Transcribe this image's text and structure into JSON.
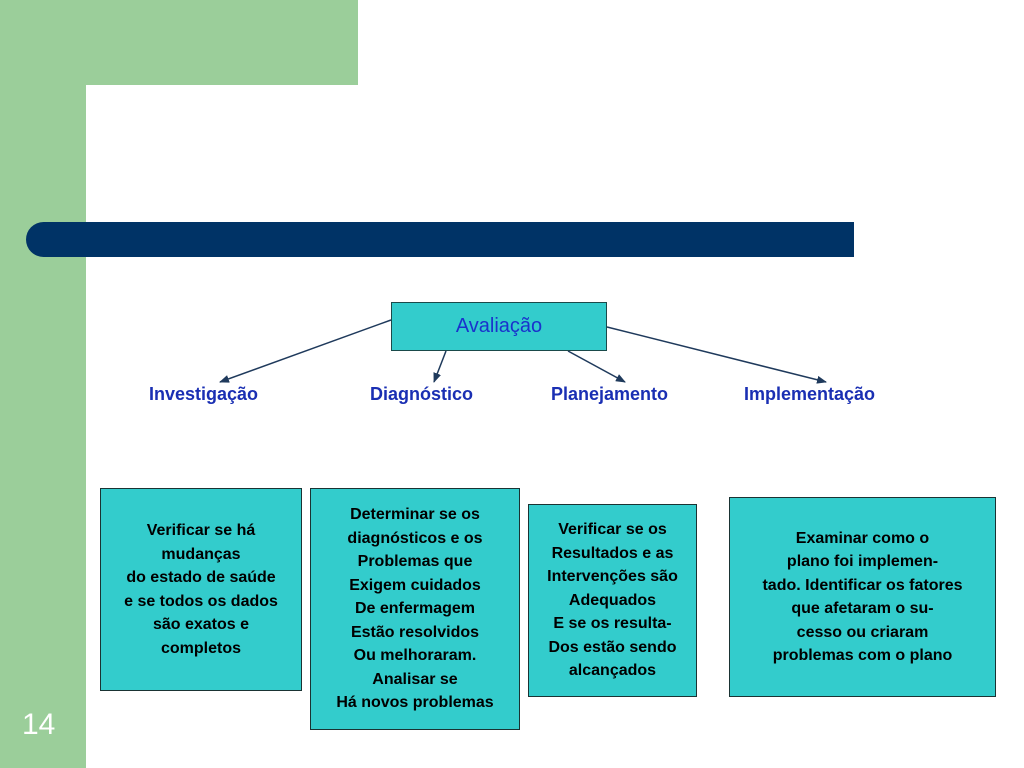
{
  "slide_number": "14",
  "root": {
    "label": "Avaliação"
  },
  "children": [
    {
      "label": "Investigação",
      "description": "Verificar se há\nmudanças\ndo estado de saúde\ne se todos os dados\nsão exatos e\ncompletos"
    },
    {
      "label": "Diagnóstico",
      "description": "Determinar se os\ndiagnósticos e os\nProblemas que\nExigem cuidados\nDe enfermagem\nEstão resolvidos\nOu melhoraram.\nAnalisar se\nHá novos problemas"
    },
    {
      "label": "Planejamento",
      "description": "Verificar se os\nResultados e as\nIntervenções são\nAdequados\nE se os resulta-\nDos estão sendo\nalcançados"
    },
    {
      "label": "Implementação",
      "description": "Examinar como o\nplano foi implemen-\ntado. Identificar os fatores\nque afetaram o su-\ncesso ou criaram\nproblemas com o plano"
    }
  ],
  "colors": {
    "green": "#9bce9a",
    "navy_bar": "#003366",
    "box_fill": "#33cccc",
    "label_blue": "#1a2fb3"
  }
}
